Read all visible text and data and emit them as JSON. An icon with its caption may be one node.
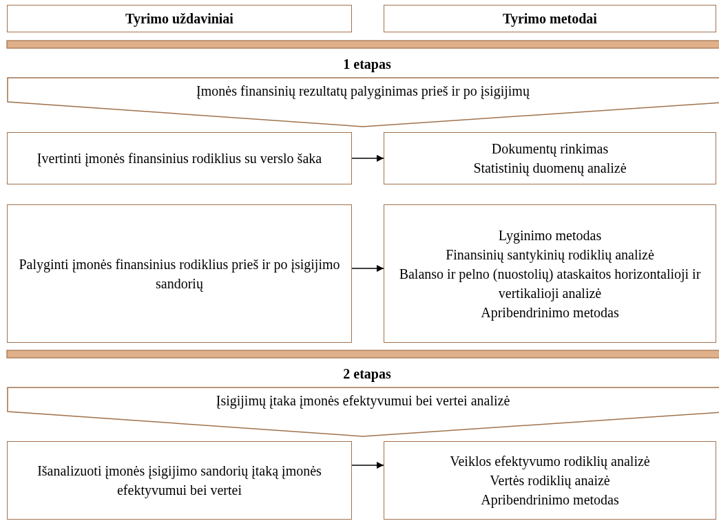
{
  "diagram": {
    "nodes": [
      {
        "text": [
          "Tyrimo uždaviniai"
        ]
      },
      {
        "text": [
          "Tyrimo metodai"
        ]
      },
      {
        "text": [
          "Įmonės finansinių rezultatų palyginimas prieš ir po įsigijimų"
        ]
      },
      {
        "text": [
          "Įvertinti įmonės finansinius rodiklius su verslo šaka"
        ]
      },
      {
        "text": [
          "Dokumentų rinkimas",
          "Statistinių duomenų analizė"
        ]
      },
      {
        "text": [
          "Palyginti įmonės finansinius rodiklius prieš ir po įsigijimo sandorių"
        ]
      },
      {
        "text": [
          "Lyginimo metodas",
          "Finansinių santykinių rodiklių analizė",
          "Balanso ir pelno (nuostolių) ataskaitos horizontalioji ir vertikalioji analizė",
          "Apribendrinimo metodas"
        ]
      },
      {
        "text": [
          "Įsigijimų įtaka įmonės efektyvumui bei vertei analizė"
        ]
      },
      {
        "text": [
          "Išanalizuoti įmonės įsigijimo sandorių įtaką įmonės efektyvumui bei vertei"
        ]
      },
      {
        "text": [
          "Veiklos efektyvumo rodiklių analizė",
          "Vertės rodiklių anaizė",
          "Apribendrinimo metodas"
        ]
      }
    ],
    "edges": [
      {
        "from": 3,
        "to": 4,
        "arrow": "to"
      },
      {
        "from": 5,
        "to": 6,
        "arrow": "to"
      },
      {
        "from": 8,
        "to": 9,
        "arrow": "to"
      }
    ],
    "labels": [
      "1 etapas",
      "2 etapas"
    ]
  }
}
